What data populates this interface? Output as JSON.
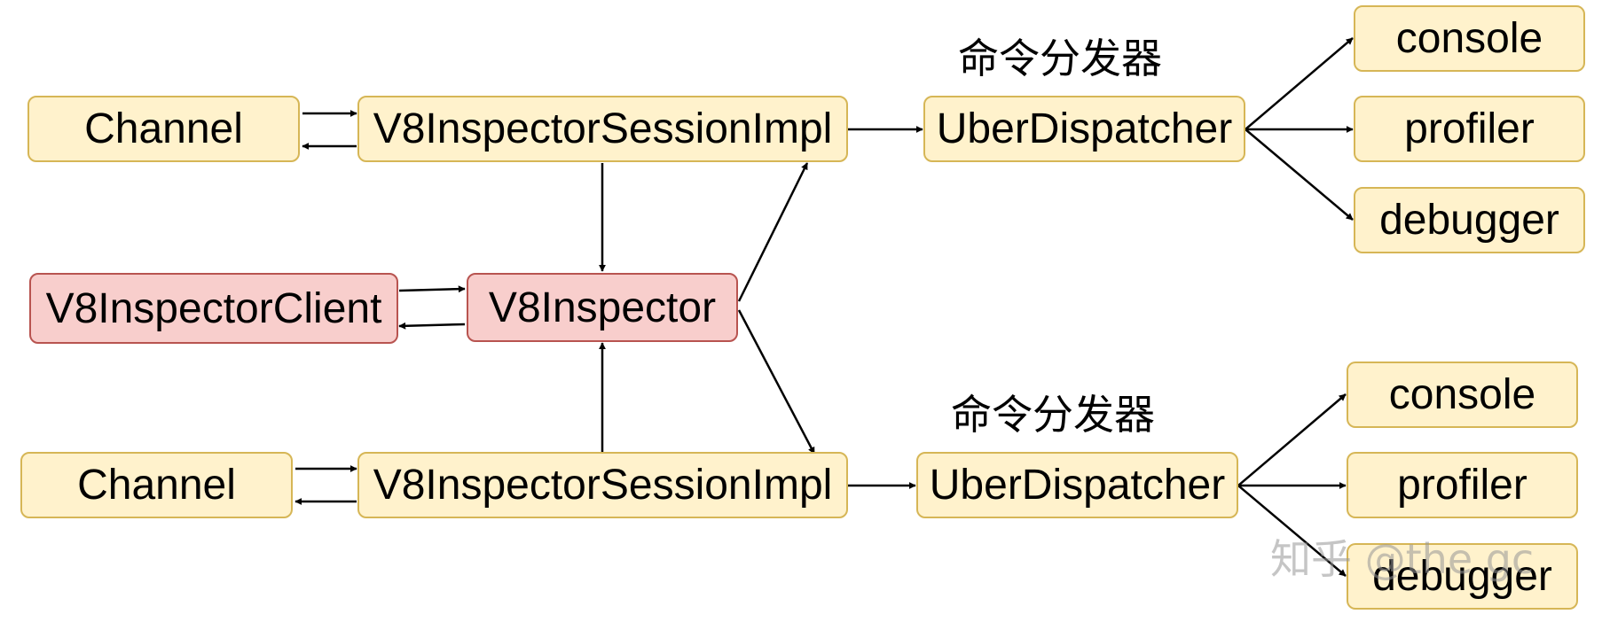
{
  "top": {
    "channel": "Channel",
    "session": "V8InspectorSessionImpl",
    "dispatcher_label": "命令分发器",
    "dispatcher": "UberDispatcher",
    "domains": [
      "console",
      "profiler",
      "debugger"
    ]
  },
  "middle": {
    "client": "V8InspectorClient",
    "inspector": "V8Inspector"
  },
  "bottom": {
    "channel": "Channel",
    "session": "V8InspectorSessionImpl",
    "dispatcher_label": "命令分发器",
    "dispatcher": "UberDispatcher",
    "domains": [
      "console",
      "profiler",
      "debugger"
    ]
  },
  "watermark": "知乎 @the gc",
  "colors": {
    "yellow_fill": "#fff2cc",
    "yellow_stroke": "#d6b656",
    "red_fill": "#f8cecc",
    "red_stroke": "#b85450"
  }
}
